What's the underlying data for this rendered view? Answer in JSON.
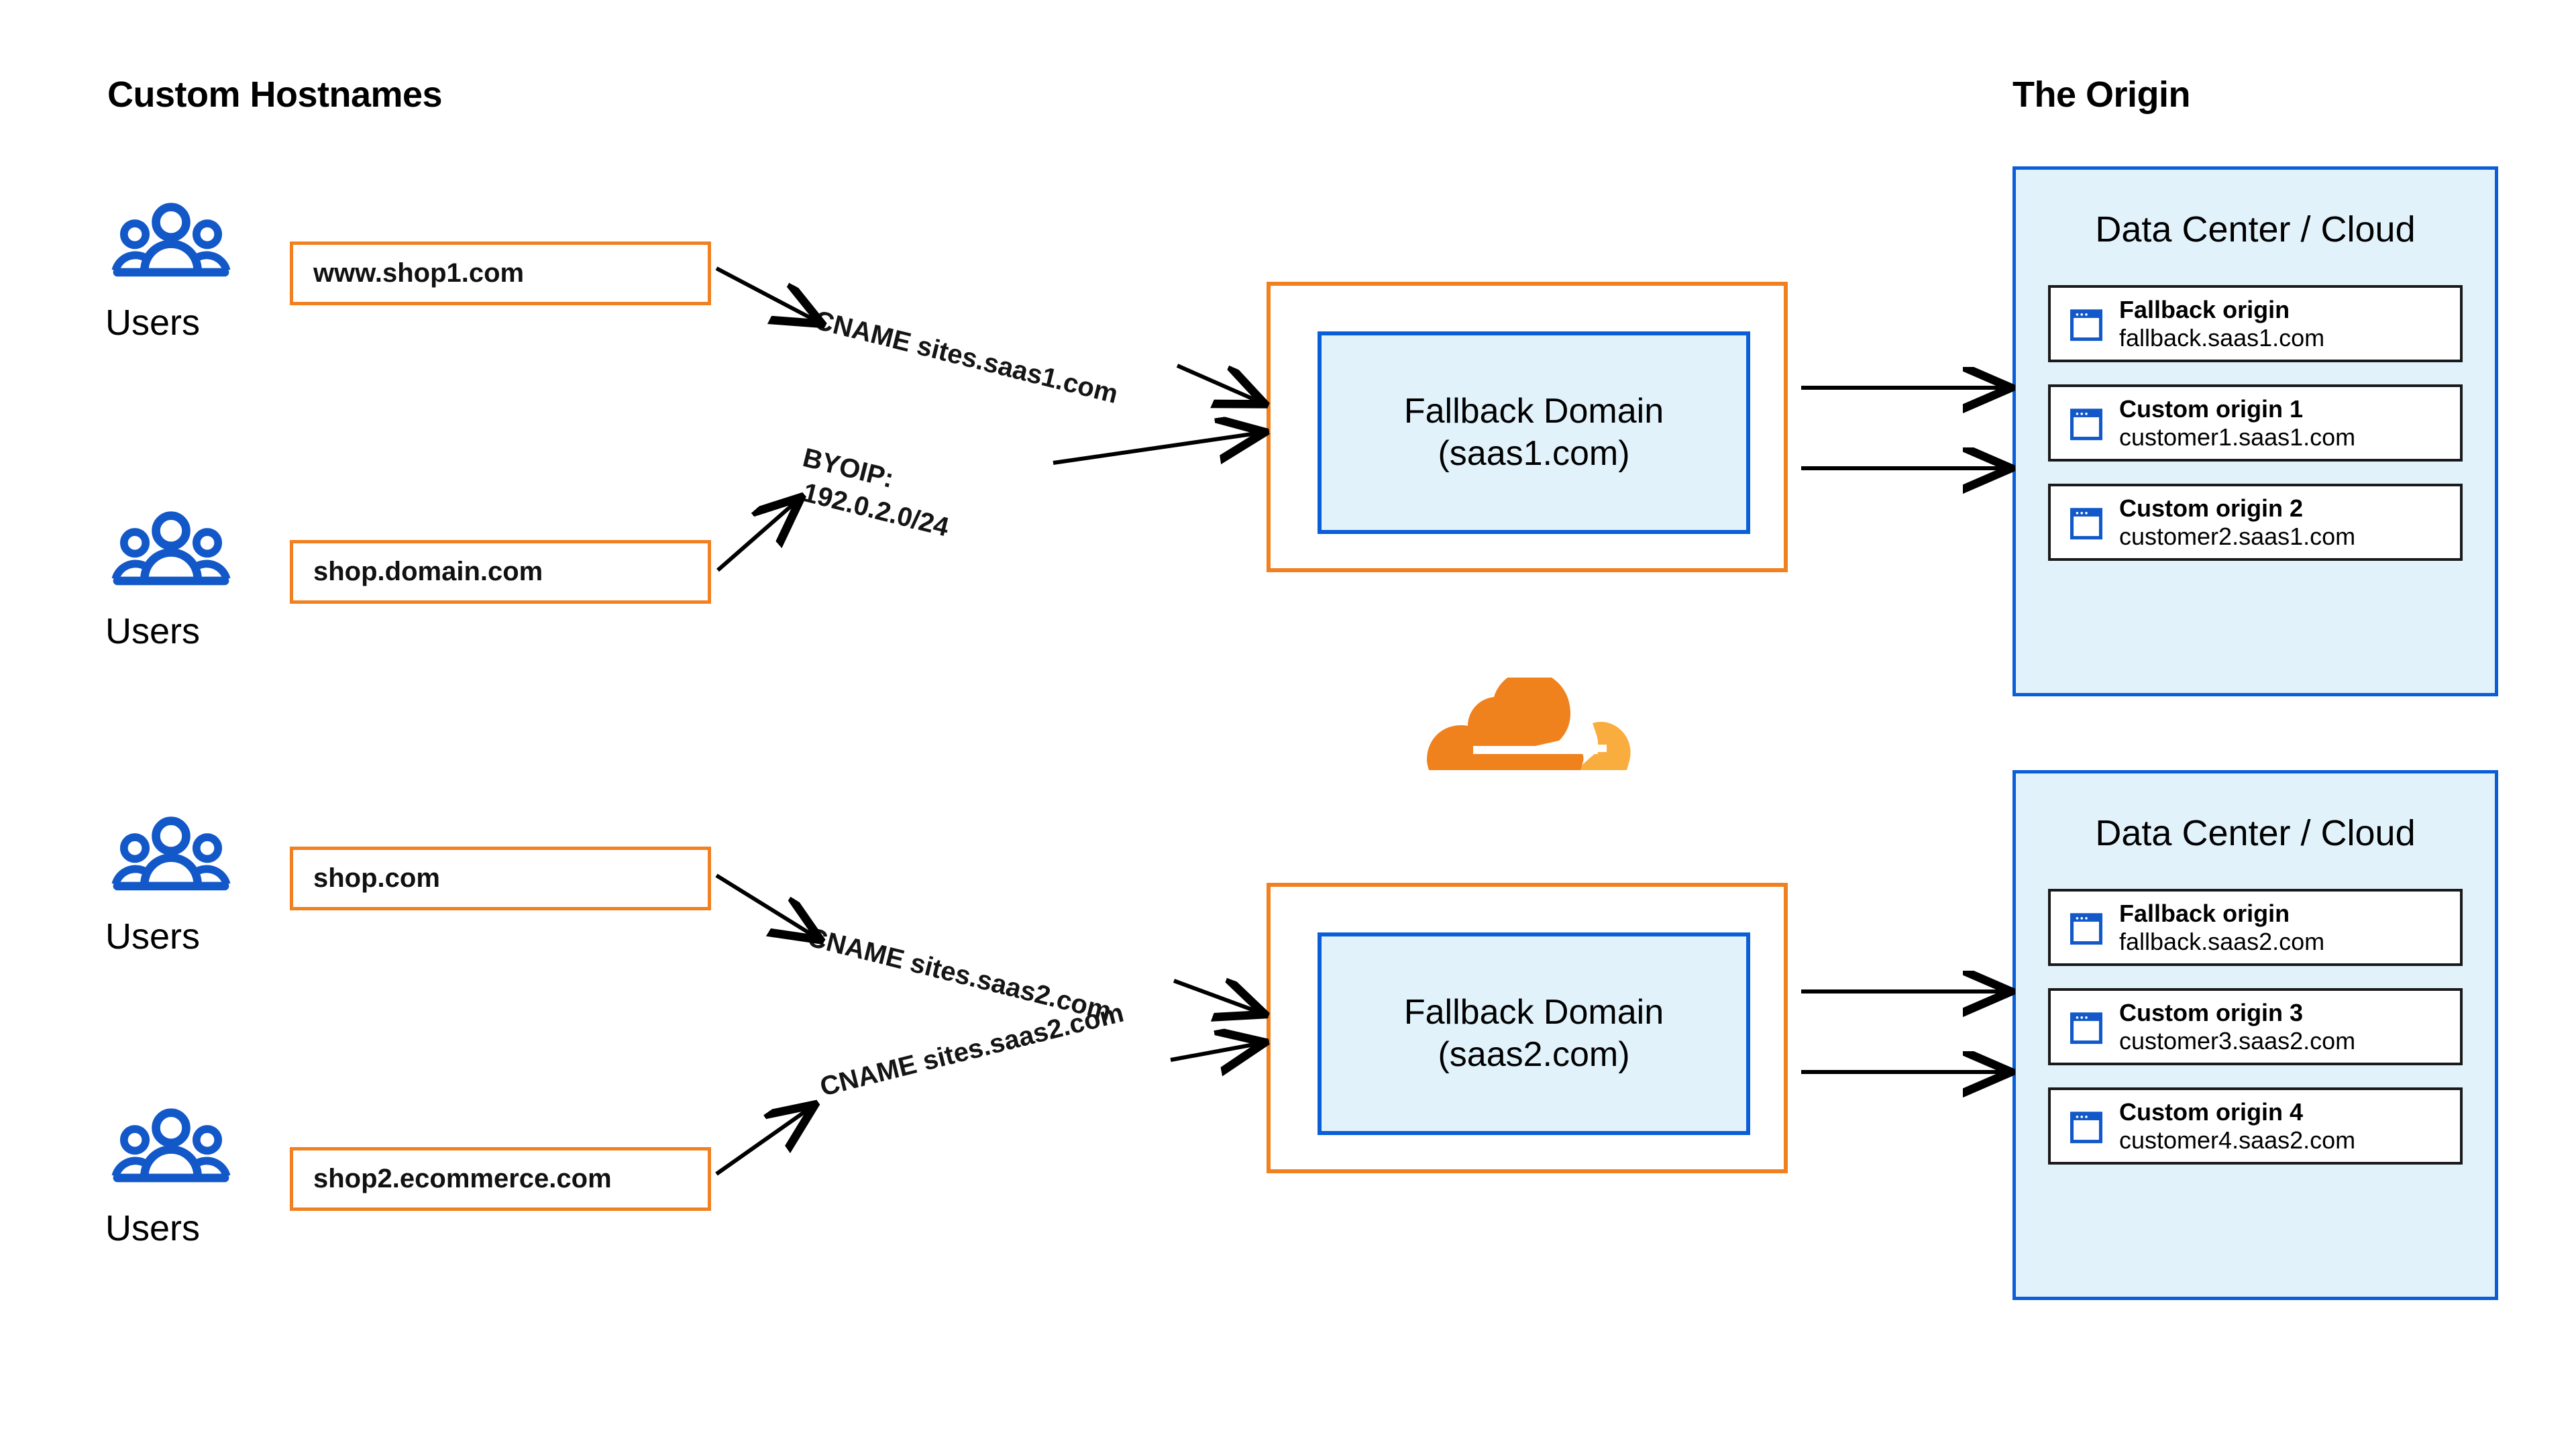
{
  "headings": {
    "left": "Custom Hostnames",
    "right": "The Origin"
  },
  "colors": {
    "orange_border": "#f08020",
    "blue_border": "#0b5ed7",
    "light_blue_fill": "#e1f2fb",
    "users_icon_blue": "#1258c8",
    "cloudflare_orange_dark": "#f0821e",
    "cloudflare_orange_light": "#faad3f",
    "arrow_black": "#000000"
  },
  "users_groups": [
    {
      "icon": "users-icon",
      "label": "Users"
    },
    {
      "icon": "users-icon",
      "label": "Users"
    },
    {
      "icon": "users-icon",
      "label": "Users"
    },
    {
      "icon": "users-icon",
      "label": "Users"
    }
  ],
  "custom_hostnames": [
    {
      "hostname": "www.shop1.com"
    },
    {
      "hostname": "shop.domain.com"
    },
    {
      "hostname": "shop.com"
    },
    {
      "hostname": "shop2.ecommerce.com"
    }
  ],
  "edge_labels": [
    {
      "id": "edge-label-0",
      "text": "CNAME sites.saas1.com"
    },
    {
      "id": "edge-label-1a",
      "text": "BYOIP:"
    },
    {
      "id": "edge-label-1b",
      "text": "192.0.2.0/24"
    },
    {
      "id": "edge-label-2",
      "text": "CNAME sites.saas2.com"
    },
    {
      "id": "edge-label-3",
      "text": "CNAME sites.saas2.com"
    }
  ],
  "fallback_domains": [
    {
      "title": "Fallback Domain",
      "domain": "(saas1.com)"
    },
    {
      "title": "Fallback Domain",
      "domain": "(saas2.com)"
    }
  ],
  "datacenters": [
    {
      "title": "Data Center / Cloud",
      "origins": [
        {
          "icon": "browser-window-icon",
          "name": "Fallback origin",
          "host": "fallback.saas1.com"
        },
        {
          "icon": "browser-window-icon",
          "name": "Custom origin 1",
          "host": "customer1.saas1.com"
        },
        {
          "icon": "browser-window-icon",
          "name": "Custom origin 2",
          "host": "customer2.saas1.com"
        }
      ]
    },
    {
      "title": "Data Center / Cloud",
      "origins": [
        {
          "icon": "browser-window-icon",
          "name": "Fallback origin",
          "host": "fallback.saas2.com"
        },
        {
          "icon": "browser-window-icon",
          "name": "Custom origin 3",
          "host": "customer3.saas2.com"
        },
        {
          "icon": "browser-window-icon",
          "name": "Custom origin 4",
          "host": "customer4.saas2.com"
        }
      ]
    }
  ],
  "logo": {
    "name": "cloudflare-logo"
  }
}
